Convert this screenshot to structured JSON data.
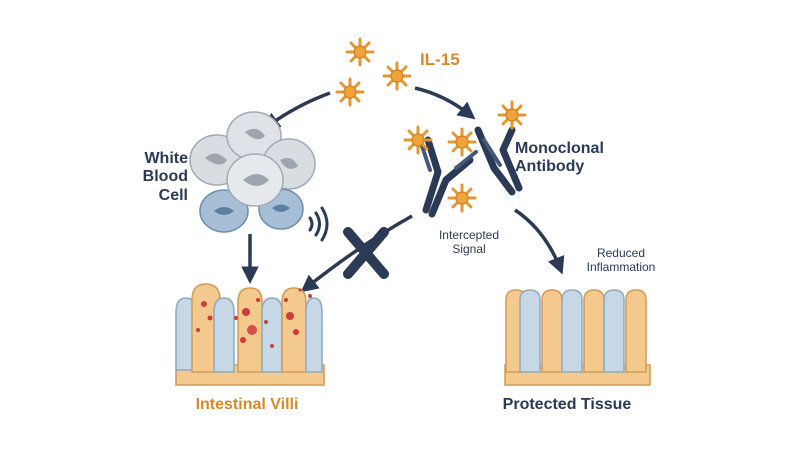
{
  "labels": {
    "il15": "IL-15",
    "white_blood_cell": "White\nBlood\nCell",
    "monoclonal_antibody": "Monoclonal\nAntibody",
    "intercepted_signal": "Intercepted\nSignal",
    "reduced_inflammation": "Reduced\nInflammation",
    "intestinal_villi": "Intestinal Villi",
    "protected_tissue": "Protected Tissue",
    "block_mark": "X"
  },
  "colors": {
    "navy": "#2b3a55",
    "orange": "#e5962e",
    "villus_fill": "#f4c98e",
    "villus_lining": "#c6d7e6",
    "inflammation": "#cf3a3a",
    "cell_gray": "#d9dde2",
    "cell_blue": "#a6bed6"
  },
  "icons": [
    "cytokine-icon",
    "white-blood-cell-cluster",
    "antibody-icon",
    "signal-wave-icon",
    "block-x-icon",
    "villi-inflamed",
    "villi-healthy"
  ]
}
